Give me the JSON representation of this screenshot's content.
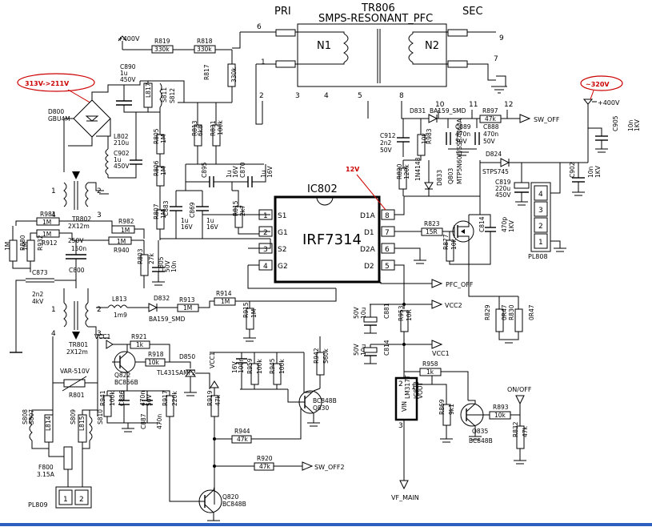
{
  "transformer_tr806": {
    "ref": "TR806",
    "name": "SMPS-RESONANT_PFC",
    "pri_label": "PRI",
    "sec_label": "SEC",
    "n1": "N1",
    "n2": "N2",
    "pins": [
      "6",
      "1",
      "2",
      "3",
      "4",
      "5",
      "9",
      "7",
      "8",
      "10",
      "11",
      "12"
    ]
  },
  "annotations": {
    "input_voltage": "313V->211V",
    "output_voltage": "~320V",
    "gate_voltage": "12V"
  },
  "ic802": {
    "ref": "IC802",
    "part": "IRF7314",
    "left_pins": [
      {
        "n": "1",
        "name": "S1"
      },
      {
        "n": "2",
        "name": "G1"
      },
      {
        "n": "3",
        "name": "S2"
      },
      {
        "n": "4",
        "name": "G2"
      }
    ],
    "right_pins": [
      {
        "n": "8",
        "name": "D1A"
      },
      {
        "n": "7",
        "name": "D1"
      },
      {
        "n": "6",
        "name": "D2A"
      },
      {
        "n": "5",
        "name": "D2"
      }
    ]
  },
  "nets": {
    "v400_left": "+400V",
    "v400_right": "+400V",
    "sw_off": "SW_OFF",
    "pfc_off": "PFC_OFF",
    "vcc2": "VCC2",
    "vcc1_a": "VCC1",
    "vcc1_b": "VCC1",
    "vcc1_c": "VCC1",
    "sw_off2": "SW_OFF2",
    "on_off": "ON/OFF",
    "vf_main": "VF_MAIN"
  },
  "components": {
    "r819": [
      "R819",
      "330k"
    ],
    "r818": [
      "R818",
      "330k"
    ],
    "c890": [
      "C890",
      "1u",
      "450V"
    ],
    "r817": [
      "R817",
      "330k"
    ],
    "d800": [
      "D800",
      "GBU4M"
    ],
    "l817": "L817",
    "s811": "S811",
    "s812": "S812",
    "l802": [
      "L802",
      "210u"
    ],
    "c902": [
      "C902",
      "1u",
      "450V"
    ],
    "r813": [
      "R813",
      "6k8"
    ],
    "r831": [
      "R831",
      "100k"
    ],
    "r805": [
      "R805",
      "1M"
    ],
    "r806": [
      "R806",
      "1M"
    ],
    "r807": [
      "R807",
      "1M"
    ],
    "c895": [
      "C895",
      "1u",
      "16V"
    ],
    "c870": [
      "C870",
      "1u",
      "16V"
    ],
    "c883": [
      "C883",
      "1u",
      "16V"
    ],
    "c869": [
      "C869",
      "1u",
      "16V"
    ],
    "r815": [
      "R815",
      "2k7"
    ],
    "tr802": [
      "TR802",
      "2X12m"
    ],
    "r981": [
      "R981",
      "1M"
    ],
    "r912": [
      "R912",
      "1M"
    ],
    "r982": [
      "R982",
      "1M"
    ],
    "r940": [
      "R940",
      "1M"
    ],
    "r880": [
      "R880",
      "1M"
    ],
    "r932": [
      "R932",
      "1M"
    ],
    "c800": [
      "C800",
      "150n",
      "250V"
    ],
    "c873": [
      "C873",
      "2n2",
      "4kV"
    ],
    "r803": [
      "R803",
      "27k"
    ],
    "c805": [
      "C805",
      "10n",
      "50V"
    ],
    "l813": [
      "L813",
      "1m9"
    ],
    "d832": [
      "D832",
      "BA159_SMD"
    ],
    "r913": [
      "R913",
      "1M"
    ],
    "r914": [
      "R914",
      "1M"
    ],
    "r915": [
      "R915",
      "1M"
    ],
    "tr801": [
      "TR801",
      "2X12m"
    ],
    "r921": [
      "R921",
      "1k"
    ],
    "q822": [
      "Q822",
      "BC856B"
    ],
    "r918": [
      "R918",
      "10k"
    ],
    "d850": [
      "D850",
      "TL431SAMF2"
    ],
    "c848": [
      "C848",
      "100n",
      "16V"
    ],
    "r959": [
      "R959",
      "100k"
    ],
    "r945": [
      "R945",
      "100k"
    ],
    "r942": [
      "R942",
      "560k"
    ],
    "q830": [
      "Q830",
      "BC848B"
    ],
    "r919": [
      "R919",
      "47k"
    ],
    "r944": [
      "R944",
      "47k"
    ],
    "r920": [
      "R920",
      "47k"
    ],
    "q820": [
      "Q820",
      "BC848B"
    ],
    "var510": [
      "VAR-510V"
    ],
    "r801": [
      "R801"
    ],
    "r941": [
      "R941",
      "100k"
    ],
    "c886": [
      "C886",
      "470n"
    ],
    "c887": [
      "C887",
      "470n",
      "50V"
    ],
    "r917": [
      "R917",
      "220k"
    ],
    "s808": "S808",
    "s807": "S807",
    "l814": "L814",
    "s809": "S809",
    "l815": "L815",
    "s810": "S810",
    "f800": [
      "F800",
      "3.15A"
    ],
    "pl809": "PL809",
    "d831": [
      "D831",
      "BA159_SMD"
    ],
    "r897": [
      "R897",
      "47k"
    ],
    "c912": [
      "C912",
      "2n2",
      "50V"
    ],
    "r983": [
      "R983",
      "10k"
    ],
    "c889": [
      "C889",
      "470n",
      "50V"
    ],
    "c888": [
      "C888",
      "470n",
      "50V"
    ],
    "r820": [
      "R820",
      "120k"
    ],
    "d833": [
      "D833",
      "1N4148"
    ],
    "q803": [
      "Q803",
      "MTP5N60E/SSP7N60A"
    ],
    "d824": [
      "D824",
      "STPS745"
    ],
    "c819": [
      "C819",
      "220u",
      "450V"
    ],
    "c902b": [
      "C902",
      "10n",
      "1KV"
    ],
    "c905": [
      "C905",
      "10n",
      "1KV"
    ],
    "pl808": "PL808",
    "pl808_pins": [
      "4",
      "3",
      "2",
      "1"
    ],
    "r823": [
      "R823",
      "15R"
    ],
    "r877": [
      "R877",
      "10k"
    ],
    "c814": [
      "C814",
      "470p",
      "1KV"
    ],
    "c881": [
      "C881",
      "10u",
      "50V"
    ],
    "r953": [
      "R953",
      "10R"
    ],
    "c814b": [
      "C814",
      "10u",
      "50V"
    ],
    "r829": [
      "R829",
      "0R47"
    ],
    "r830": [
      "R830",
      "0R47"
    ],
    "ic828": [
      "LM317T",
      "IC828"
    ],
    "ic828_pins": [
      "VIN",
      "VOUT",
      "ADJ"
    ],
    "r958": [
      "R958",
      "1k"
    ],
    "r869": [
      "R869",
      "9k1"
    ],
    "q835": [
      "Q835",
      "BC848B"
    ],
    "r893": [
      "R893",
      "10k"
    ],
    "r832": [
      "R832",
      "47k"
    ]
  },
  "colors": {
    "wire": "#000000",
    "annotation": "#cc0000",
    "background": "#ffffff"
  }
}
